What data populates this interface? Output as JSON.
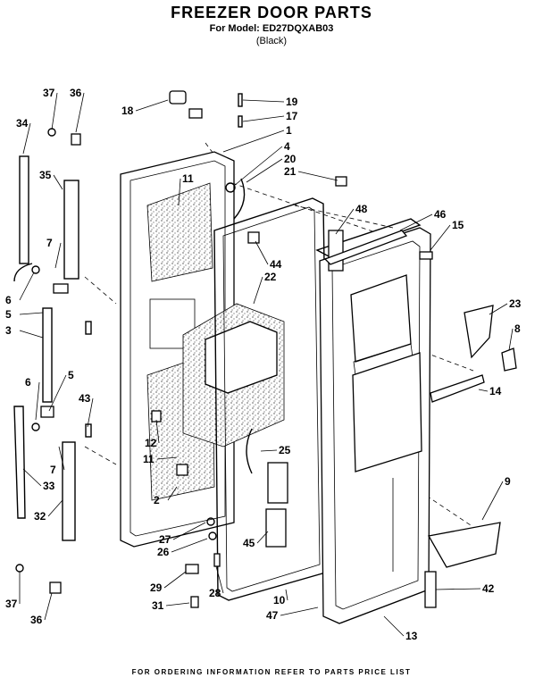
{
  "title": "FREEZER DOOR PARTS",
  "model_line": "For Model: ED27DQXAB03",
  "color_line": "(Black)",
  "footer": "FOR ORDERING INFORMATION REFER TO PARTS PRICE LIST",
  "callouts": [
    "37",
    "36",
    "34",
    "35",
    "7",
    "6",
    "5",
    "3",
    "6",
    "5",
    "43",
    "33",
    "7",
    "32",
    "37",
    "36",
    "18",
    "19",
    "17",
    "1",
    "4",
    "20",
    "21",
    "11",
    "44",
    "22",
    "48",
    "46",
    "15",
    "23",
    "8",
    "14",
    "12",
    "11",
    "2",
    "25",
    "9",
    "27",
    "26",
    "45",
    "29",
    "28",
    "31",
    "10",
    "47",
    "42",
    "13"
  ]
}
